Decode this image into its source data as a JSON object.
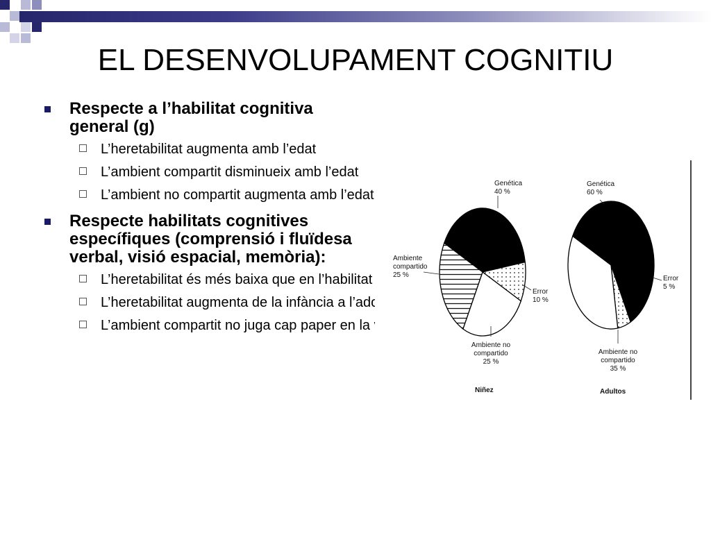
{
  "title": "EL DESENVOLUPAMENT COGNITIU",
  "bullets": [
    {
      "text": "Respecte a l’habilitat cognitiva general (g)",
      "subs": [
        "L’heretabilitat augmenta amb l’edat",
        "L’ambient compartit disminueix amb l’edat",
        "L’ambient no compartit augmenta amb l’edat"
      ]
    },
    {
      "text": "Respecte habilitats cognitives específiques (comprensió i fluïdesa verbal, visió espacial, memòria):",
      "subs": [
        "L’heretabilitat és més baixa que en l’habilitat cognitiva general",
        "L’heretabilitat augmenta de la infància a l’adolescència",
        "L’ambient compartit no juga cap paper en la variabilitat, en canvi sí que juga un paper important l’ambient no compartit"
      ]
    }
  ],
  "chart_data": [
    {
      "type": "pie",
      "title": "Niñez",
      "slices": [
        {
          "label": "Genética",
          "value": 40,
          "text": "40 %",
          "fill": "solid-black"
        },
        {
          "label": "Error",
          "value": 10,
          "text": "10 %",
          "fill": "dotted"
        },
        {
          "label": "Ambiente no compartido",
          "value": 25,
          "text": "25 %",
          "fill": "white"
        },
        {
          "label": "Ambiente compartido",
          "value": 25,
          "text": "25 %",
          "fill": "horizontal-lines"
        }
      ]
    },
    {
      "type": "pie",
      "title": "Adultos",
      "slices": [
        {
          "label": "Genética",
          "value": 60,
          "text": "60 %",
          "fill": "solid-black"
        },
        {
          "label": "Error",
          "value": 5,
          "text": "5 %",
          "fill": "dotted"
        },
        {
          "label": "Ambiente no compartido",
          "value": 35,
          "text": "35 %",
          "fill": "white"
        }
      ]
    }
  ],
  "colors": {
    "title": "#000000",
    "bullet_marker": "#1a1a66",
    "bar_dark": "#26266b"
  }
}
